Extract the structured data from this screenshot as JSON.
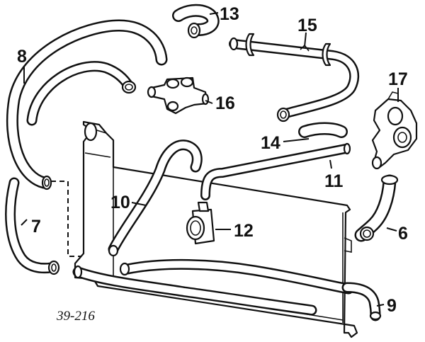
{
  "figure": {
    "code": "39-216"
  },
  "callouts": {
    "p6": "6",
    "p7": "7",
    "p8": "8",
    "p9": "9",
    "p10": "10",
    "p11": "11",
    "p12": "12",
    "p13": "13",
    "p14": "14",
    "p15": "15",
    "p16": "16",
    "p17": "17"
  },
  "colors": {
    "ink": "#111111",
    "paper": "#ffffff"
  }
}
